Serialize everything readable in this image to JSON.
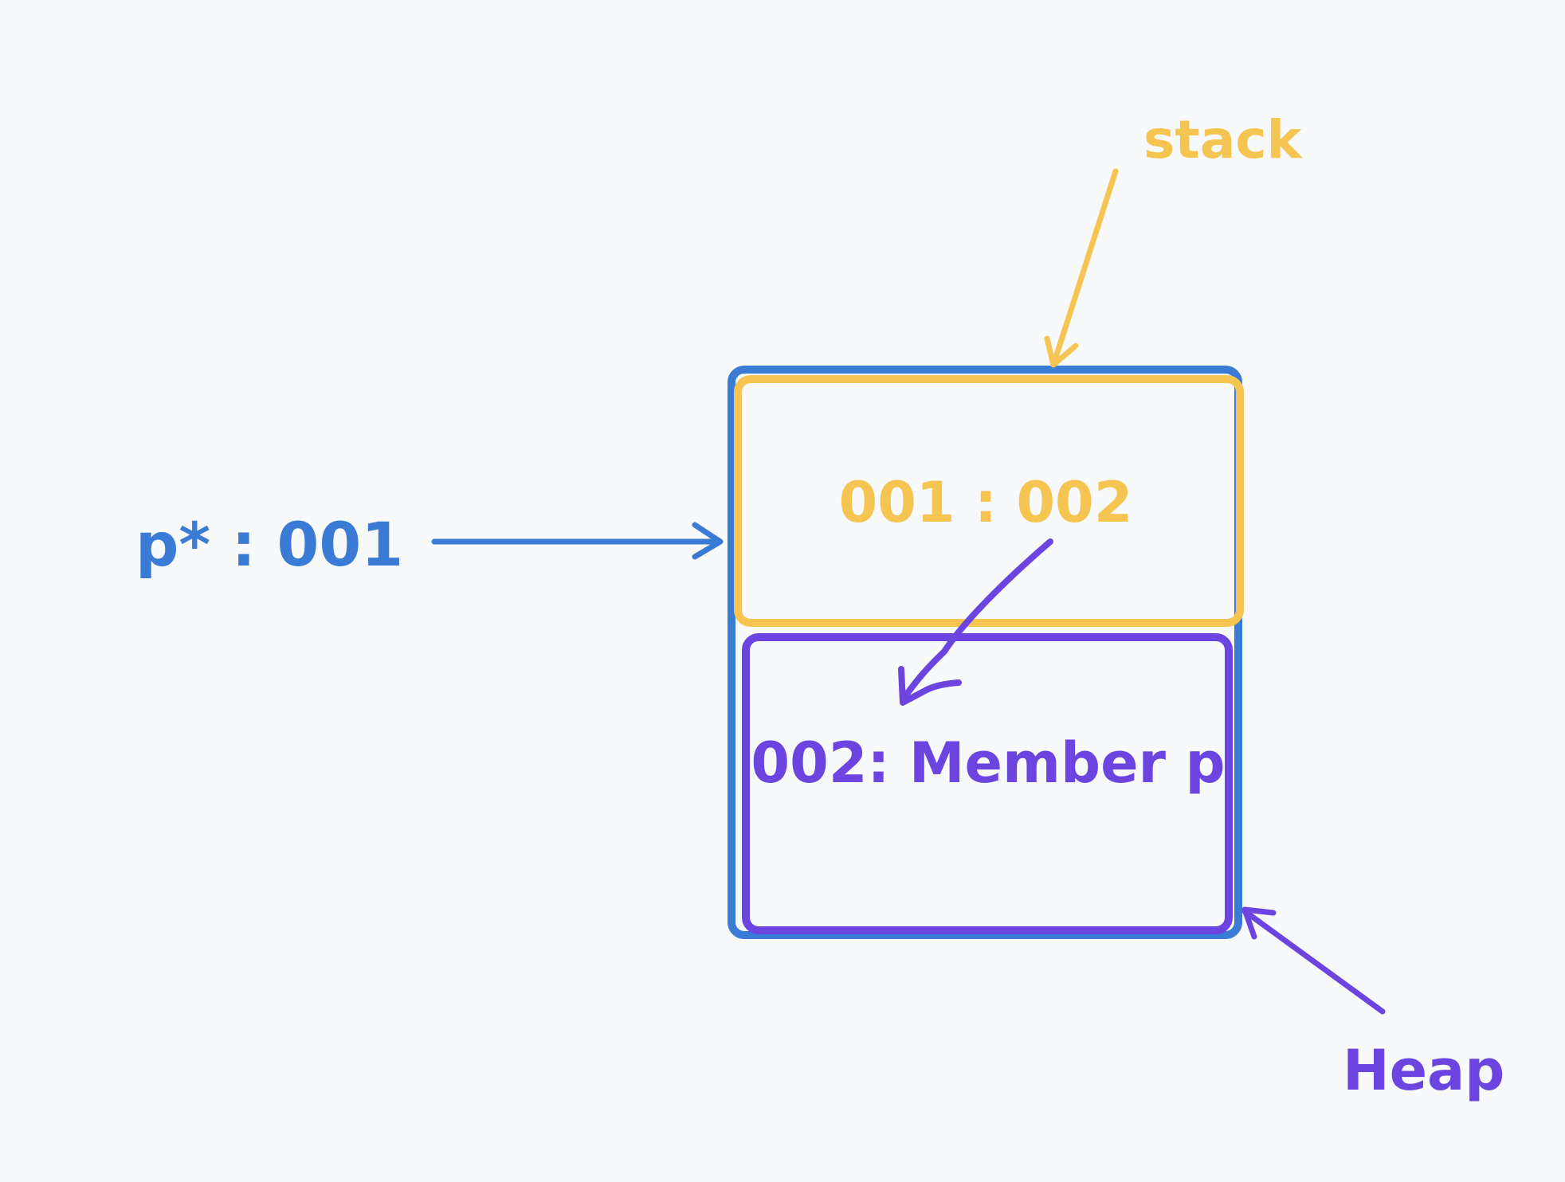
{
  "labels": {
    "pointer": "p* : 001",
    "stack_cell": "001 : 002",
    "heap_cell": "002: Member p",
    "stack_caption": "stack",
    "heap_caption": "Heap"
  },
  "colors": {
    "background": "#f8f9fa",
    "blue": "#3a7bd5",
    "yellow": "#f5c451",
    "purple": "#6c45e0"
  }
}
